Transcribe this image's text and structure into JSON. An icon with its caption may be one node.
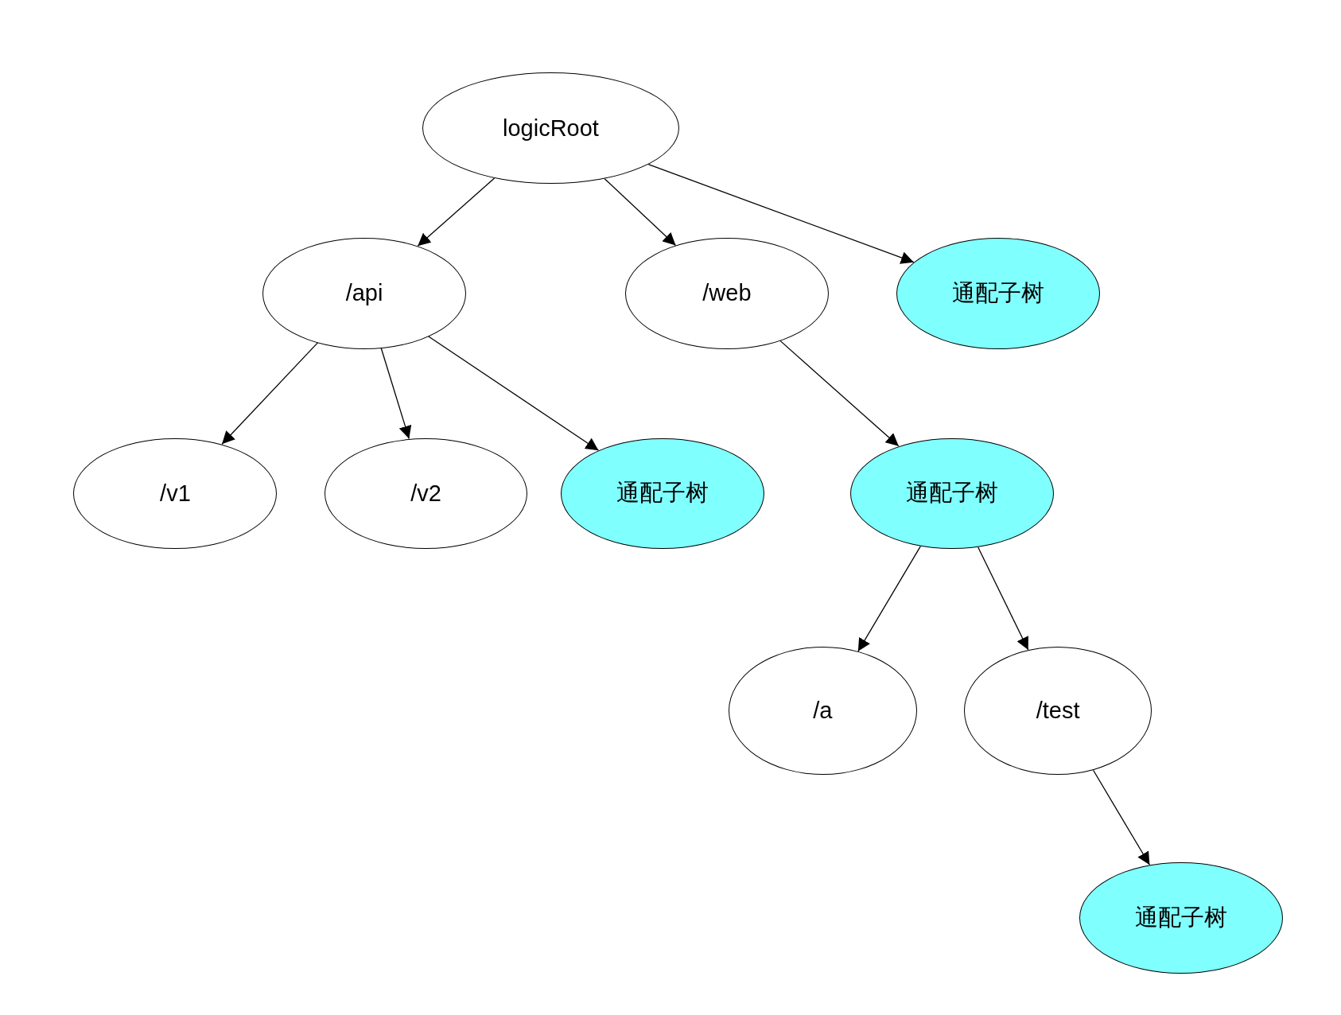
{
  "diagram": {
    "nodes": [
      {
        "text": [
          "logicRoot"
        ]
      },
      {
        "text": [
          "/api"
        ]
      },
      {
        "text": [
          "/web"
        ]
      },
      {
        "text": [
          "通配子树"
        ]
      },
      {
        "text": [
          "/v1"
        ]
      },
      {
        "text": [
          "/v2"
        ]
      },
      {
        "text": [
          "通配子树"
        ]
      },
      {
        "text": [
          "通配子树"
        ]
      },
      {
        "text": [
          "/a"
        ]
      },
      {
        "text": [
          "/test"
        ]
      },
      {
        "text": [
          "通配子树"
        ]
      }
    ],
    "edges": [
      {
        "from": 0,
        "to": 1,
        "arrow": "to"
      },
      {
        "from": 0,
        "to": 2,
        "arrow": "to"
      },
      {
        "from": 0,
        "to": 3,
        "arrow": "to"
      },
      {
        "from": 1,
        "to": 4,
        "arrow": "to"
      },
      {
        "from": 1,
        "to": 5,
        "arrow": "to"
      },
      {
        "from": 1,
        "to": 6,
        "arrow": "to"
      },
      {
        "from": 2,
        "to": 7,
        "arrow": "to"
      },
      {
        "from": 7,
        "to": 8,
        "arrow": "to"
      },
      {
        "from": 7,
        "to": 9,
        "arrow": "to"
      },
      {
        "from": 9,
        "to": 10,
        "arrow": "to"
      }
    ]
  }
}
